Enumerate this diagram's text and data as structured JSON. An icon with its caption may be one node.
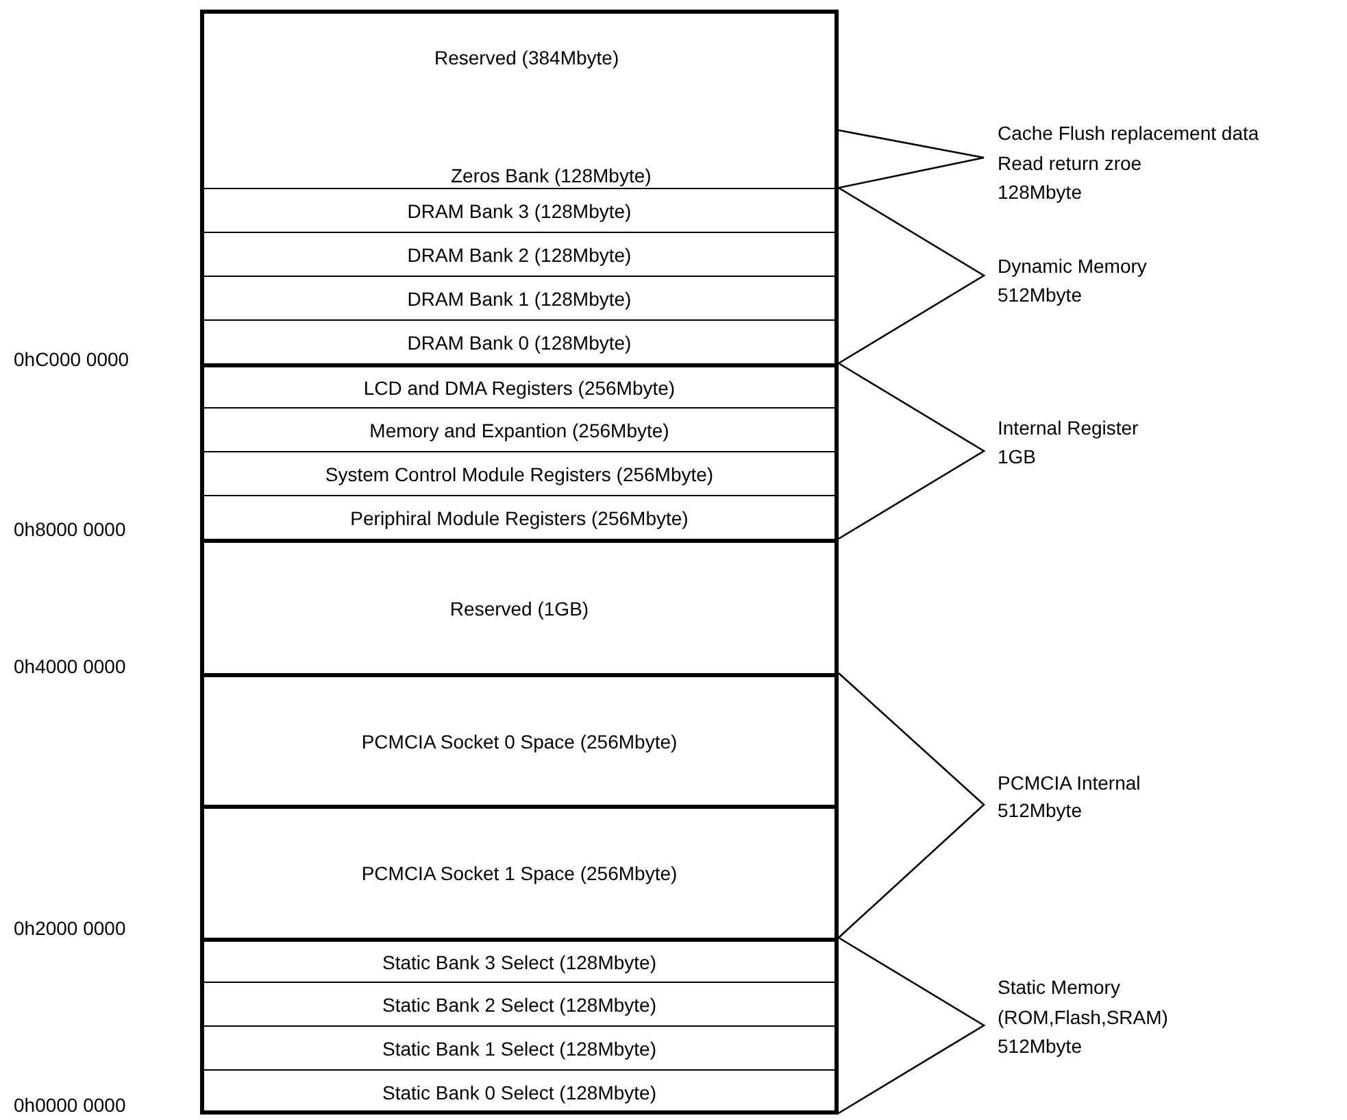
{
  "diagram": {
    "nodes": [
      {
        "text": [
          "Reserved (384Mbyte)",
          "Zeros Bank  (128Mbyte)"
        ]
      },
      {
        "text": [
          "DRAM Bank 3 (128Mbyte)"
        ]
      },
      {
        "text": [
          "DRAM Bank 2 (128Mbyte)"
        ]
      },
      {
        "text": [
          "DRAM Bank 1 (128Mbyte)"
        ]
      },
      {
        "text": [
          "DRAM Bank 0 (128Mbyte)"
        ]
      },
      {
        "text": [
          "LCD and DMA Registers (256Mbyte)"
        ]
      },
      {
        "text": [
          "Memory and Expantion (256Mbyte)"
        ]
      },
      {
        "text": [
          "System Control Module Registers  (256Mbyte)"
        ]
      },
      {
        "text": [
          "Periphiral Module Registers (256Mbyte)"
        ]
      },
      {
        "text": [
          "Reserved (1GB)"
        ]
      },
      {
        "text": [
          "PCMCIA Socket 0 Space (256Mbyte)"
        ]
      },
      {
        "text": [
          "PCMCIA Socket 1 Space (256Mbyte)"
        ]
      },
      {
        "text": [
          "Static Bank 3 Select (128Mbyte)"
        ]
      },
      {
        "text": [
          "Static Bank 2 Select (128Mbyte)"
        ]
      },
      {
        "text": [
          "Static Bank 1 Select (128Mbyte)"
        ]
      },
      {
        "text": [
          "Static Bank 0 Select (128Mbyte)"
        ]
      }
    ],
    "labels": [
      "Cache Flush replacement data",
      "Read return zroe",
      "128Mbyte",
      "Dynamic Memory",
      "512Mbyte",
      "0hC000 0000",
      "Internal Register",
      "1GB",
      "0h8000 0000",
      "0h4000 0000",
      "PCMCIA Internal",
      "512Mbyte",
      "0h2000 0000",
      "Static Memory",
      "(ROM,Flash,SRAM)",
      "512Mbyte",
      "0h0000 0000"
    ]
  }
}
